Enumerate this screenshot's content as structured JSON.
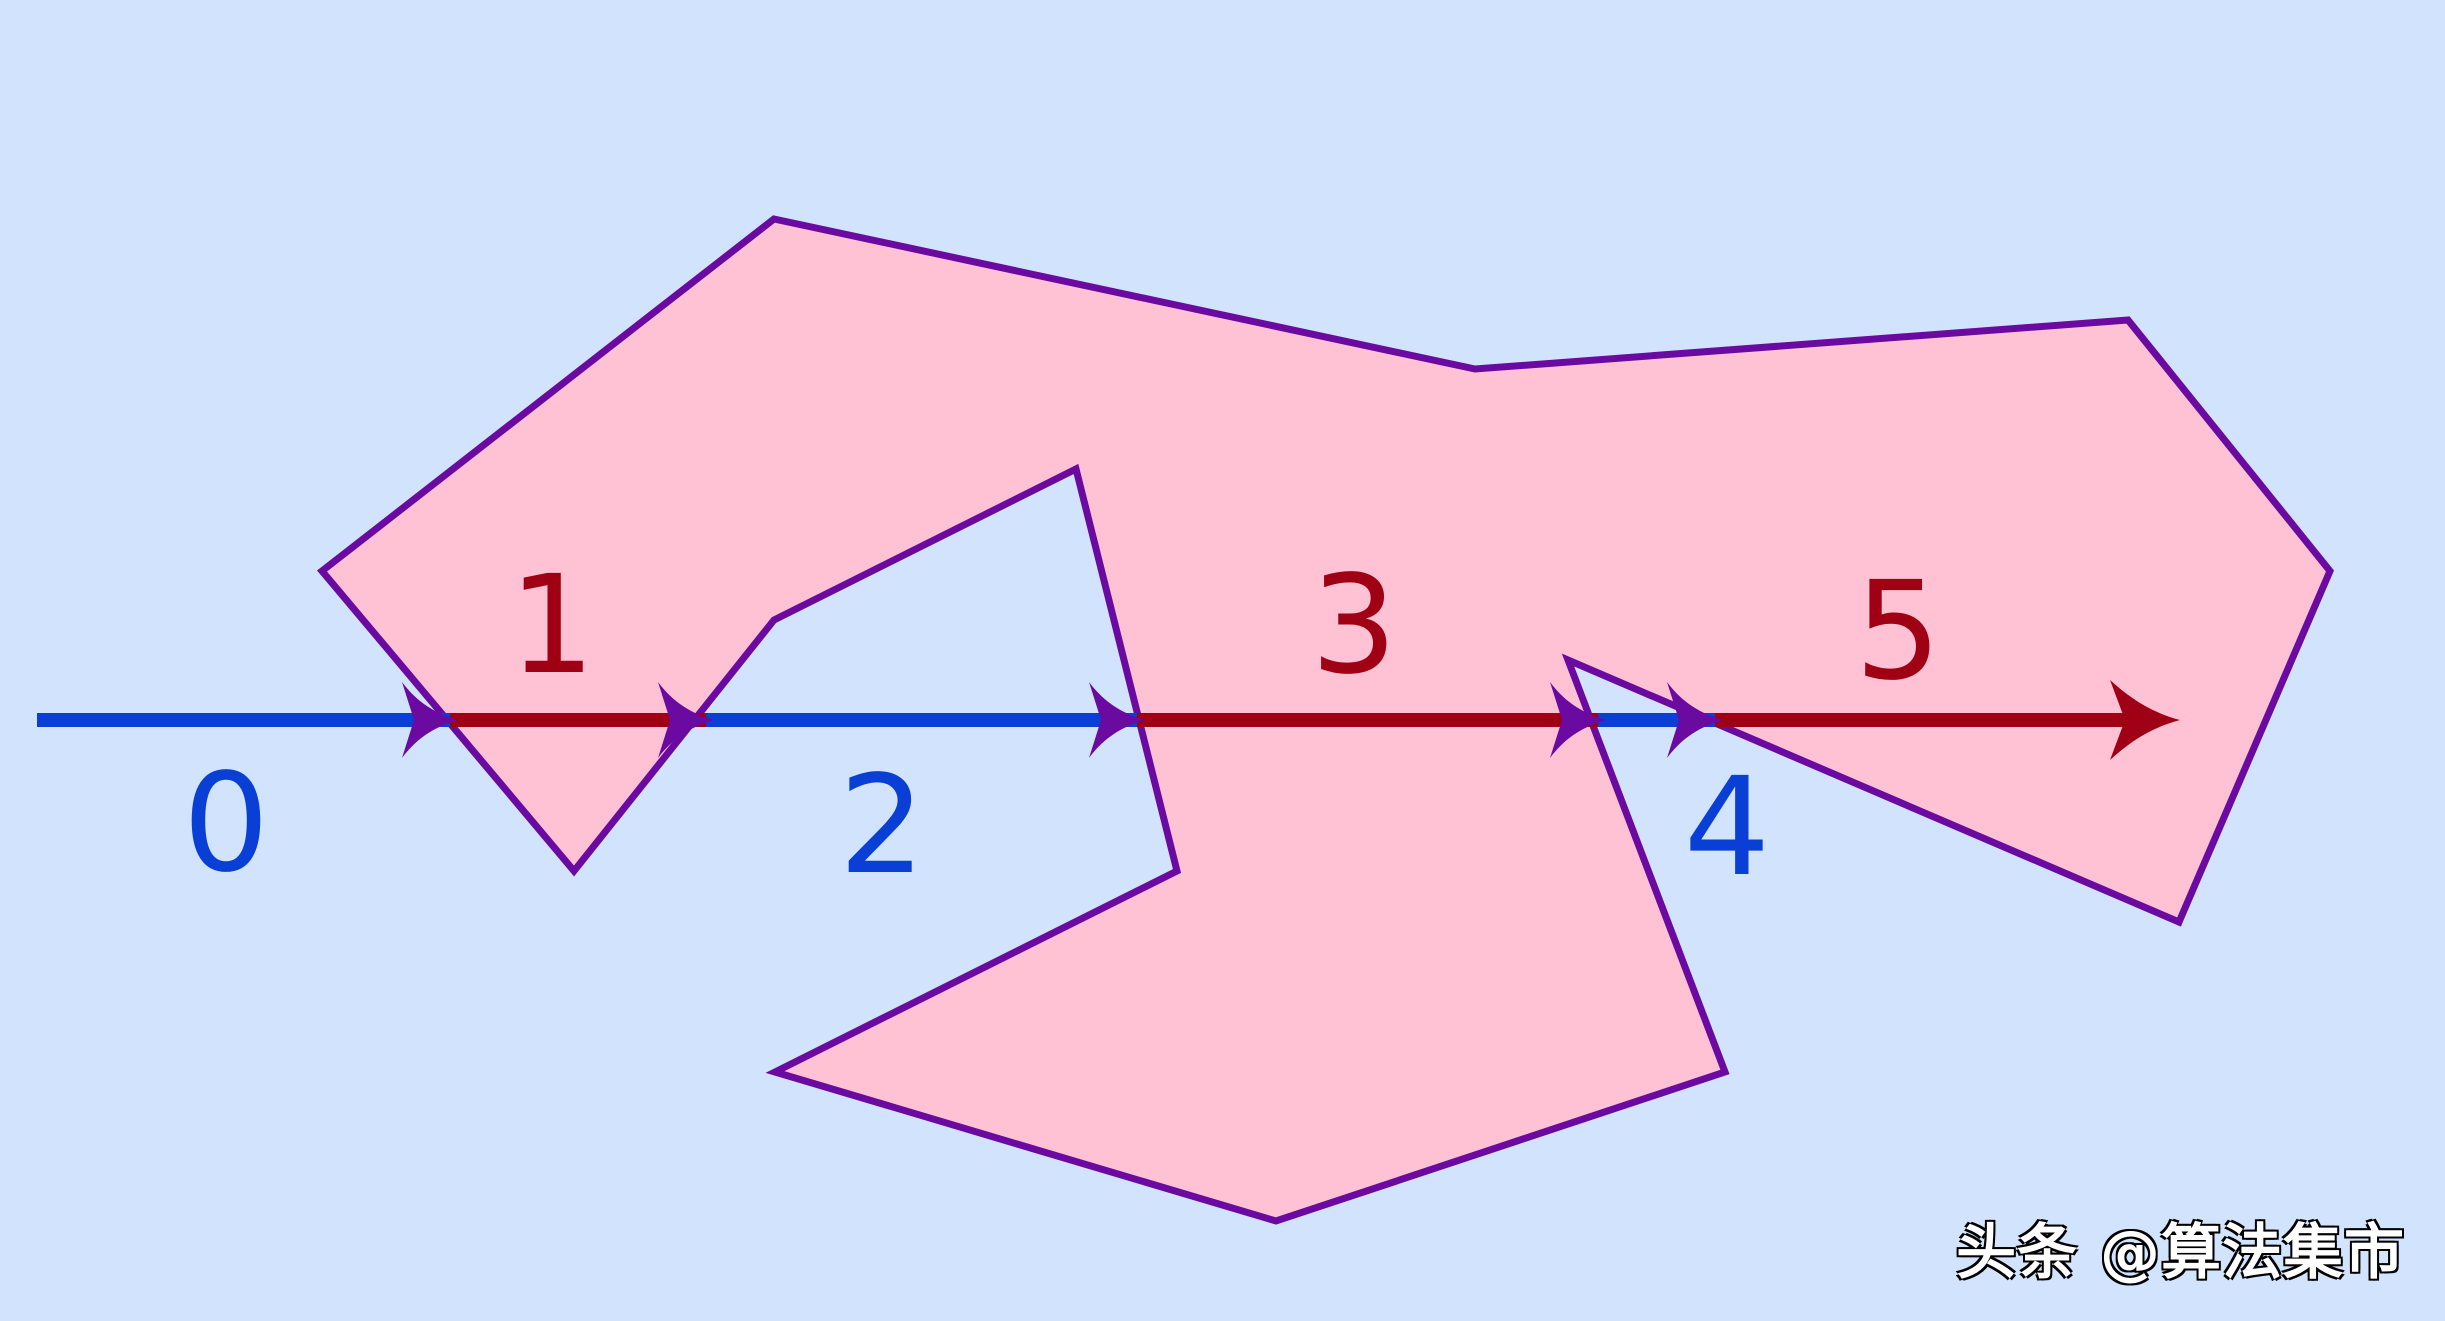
{
  "colors": {
    "background": "#d1e3fd",
    "polygon_fill": "#ffc2d4",
    "polygon_stroke": "#6a0aa0",
    "outside_ray": "#0a3fd6",
    "inside_ray": "#a00014",
    "crossing_arrow": "#6a0aa0"
  },
  "segments": [
    {
      "label": "0",
      "state": "outside"
    },
    {
      "label": "1",
      "state": "inside"
    },
    {
      "label": "2",
      "state": "outside"
    },
    {
      "label": "3",
      "state": "inside"
    },
    {
      "label": "4",
      "state": "outside"
    },
    {
      "label": "5",
      "state": "inside"
    }
  ],
  "watermark": "头条 @算法集市"
}
